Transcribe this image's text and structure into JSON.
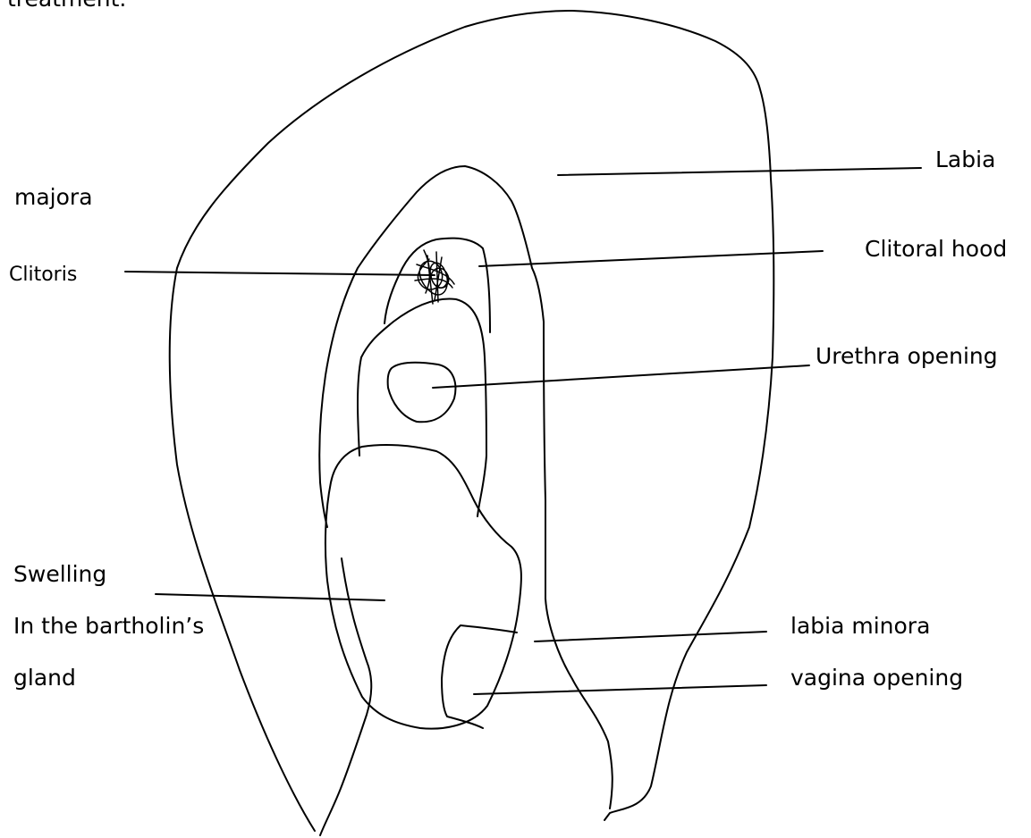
{
  "labels": {
    "top_text": "treatment.",
    "labia_part1": "Labia",
    "labia_part2": "majora",
    "clitoris": "Clitoris",
    "clitoral_hood": "Clitoral hood",
    "urethra": "Urethra opening",
    "swelling_line1": "Swelling",
    "swelling_line2": "In the bartholin’s",
    "swelling_line3": "gland",
    "labia_minora": "labia minora",
    "vagina": "vagina opening"
  },
  "colors": {
    "stroke": "#000000",
    "background": "#ffffff"
  }
}
